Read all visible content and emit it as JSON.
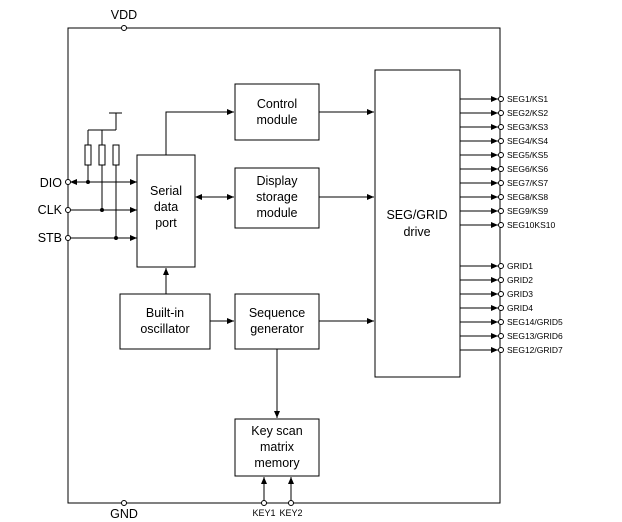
{
  "rails": {
    "vdd": "VDD",
    "gnd": "GND"
  },
  "inputs": [
    "DIO",
    "CLK",
    "STB"
  ],
  "blocks": {
    "serial_port": [
      "Serial",
      "data",
      "port"
    ],
    "control_module": [
      "Control",
      "module"
    ],
    "display_storage": [
      "Display",
      "storage",
      "module"
    ],
    "seg_grid_drive": [
      "SEG/GRID",
      "drive"
    ],
    "oscillator": [
      "Built-in",
      "oscillator"
    ],
    "sequence_generator": [
      "Sequence",
      "generator"
    ],
    "key_scan": [
      "Key scan",
      "matrix",
      "memory"
    ]
  },
  "seg_outputs": [
    "SEG1/KS1",
    "SEG2/KS2",
    "SEG3/KS3",
    "SEG4/KS4",
    "SEG5/KS5",
    "SEG6/KS6",
    "SEG7/KS7",
    "SEG8/KS8",
    "SEG9/KS9",
    "SEG10KS10"
  ],
  "grid_outputs": [
    "GRID1",
    "GRID2",
    "GRID3",
    "GRID4",
    "SEG14/GRID5",
    "SEG13/GRID6",
    "SEG12/GRID7"
  ],
  "key_inputs": [
    "KEY1",
    "KEY2"
  ]
}
